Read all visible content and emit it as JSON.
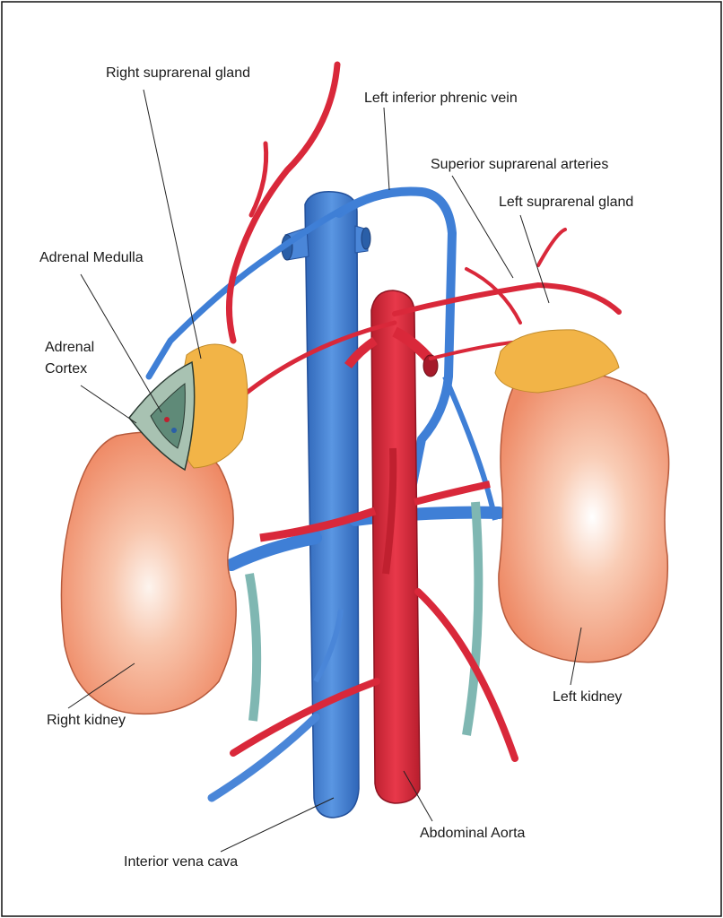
{
  "labels": {
    "right_suprarenal_gland": "Right suprarenal gland",
    "left_inferior_phrenic_vein": "Left inferior phrenic vein",
    "superior_suprarenal_arteries": "Superior suprarenal arteries",
    "left_suprarenal_gland": "Left suprarenal gland",
    "adrenal_medulla": "Adrenal Medulla",
    "adrenal_cortex_line1": "Adrenal",
    "adrenal_cortex_line2": "Cortex",
    "right_kidney": "Right kidney",
    "left_kidney": "Left kidney",
    "abdominal_aorta": "Abdominal Aorta",
    "inferior_vena_cava": "Interior vena cava"
  },
  "colors": {
    "vein": "#3f7fd6",
    "vein_dark": "#2a5fa8",
    "artery": "#d9283a",
    "artery_dark": "#a51a2a",
    "kidney": "#f39a78",
    "kidney_light": "#fbe3d6",
    "gland": "#f3b64a",
    "medulla": "#9fb8a8"
  }
}
